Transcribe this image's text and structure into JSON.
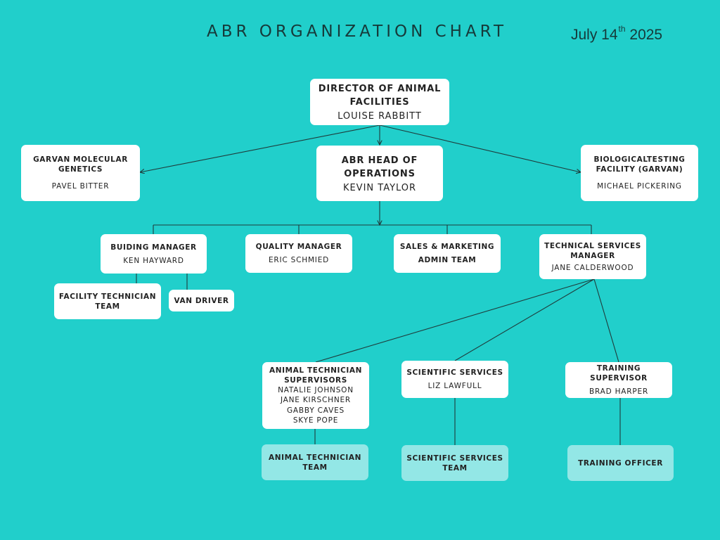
{
  "header": {
    "title": "ABR ORGANIZATION CHART",
    "date_main": "July 14",
    "date_sup": "th",
    "date_year": " 2025"
  },
  "colors": {
    "background": "#21cfcb",
    "box": "#ffffff",
    "team_box": "#93e7e6",
    "line": "#1f3b3b"
  },
  "nodes": {
    "director": {
      "role": "DIRECTOR OF ANIMAL FACILITIES",
      "name": "LOUISE RABBITT"
    },
    "garvan_molecular": {
      "role": "GARVAN MOLECULAR GENETICS",
      "name": "PAVEL BITTER"
    },
    "head_operations": {
      "role": "ABR HEAD OF OPERATIONS",
      "name": "KEVIN TAYLOR"
    },
    "biological_testing": {
      "role": "BIOLOGICALTESTING FACILITY (GARVAN)",
      "name": "MICHAEL PICKERING"
    },
    "building_manager": {
      "role": "BUIDING MANAGER",
      "name": "KEN HAYWARD"
    },
    "quality_manager": {
      "role": "QUALITY MANAGER",
      "name": "ERIC SCHMIED"
    },
    "sales_marketing": {
      "role": "SALES & MARKETING",
      "name": "ADMIN TEAM"
    },
    "technical_services": {
      "role": "TECHNICAL SERVICES MANAGER",
      "name": "JANE CALDERWOOD"
    },
    "facility_technician": {
      "role": "FACILITY TECHNICIAN TEAM"
    },
    "van_driver": {
      "role": "VAN DRIVER"
    },
    "animal_tech_supervisors": {
      "role": "ANIMAL TECHNICIAN SUPERVISORS",
      "names": [
        "NATALIE JOHNSON",
        "JANE KIRSCHNER",
        "GABBY CAVES",
        "SKYE POPE"
      ]
    },
    "scientific_services": {
      "role": "SCIENTIFIC SERVICES",
      "name": "LIZ LAWFULL"
    },
    "training_supervisor": {
      "role": "TRAINING SUPERVISOR",
      "name": "BRAD HARPER"
    },
    "animal_tech_team": {
      "role": "ANIMAL TECHNICIAN TEAM"
    },
    "scientific_services_team": {
      "role": "SCIENTIFIC SERVICES TEAM"
    },
    "training_officer": {
      "role": "TRAINING OFFICER"
    }
  }
}
